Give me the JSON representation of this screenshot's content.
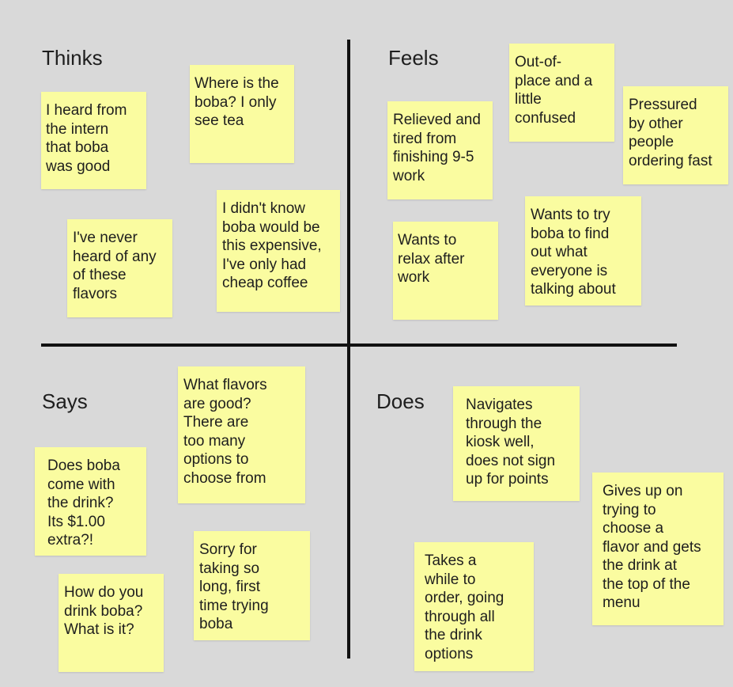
{
  "quadrants": {
    "thinks": {
      "label": "Thinks",
      "notes": [
        "I heard from\nthe intern\nthat boba\nwas good",
        "Where is the\nboba? I only\nsee tea",
        "I've never\nheard of any\nof these\nflavors",
        "I didn't know\nboba would be\nthis expensive,\nI've only had\ncheap coffee"
      ]
    },
    "feels": {
      "label": "Feels",
      "notes": [
        "Out-of-\nplace and a\nlittle\nconfused",
        "Pressured\nby other\npeople\nordering fast",
        "Relieved and\ntired from\nfinishing 9-5\nwork",
        "Wants to try\nboba to find\nout what\neveryone is\ntalking about",
        "Wants to\nrelax after\nwork"
      ]
    },
    "says": {
      "label": "Says",
      "notes": [
        "What flavors\nare good?\nThere are\ntoo many\noptions to\nchoose from",
        "Does boba\ncome with\nthe drink?\nIts $1.00\nextra?!",
        "Sorry for\ntaking so\nlong, first\ntime trying\nboba",
        "How do you\ndrink boba?\nWhat is it?"
      ]
    },
    "does": {
      "label": "Does",
      "notes": [
        "Navigates\nthrough the\nkiosk well,\ndoes not sign\nup for points",
        "Gives up on\ntrying to\nchoose a\nflavor and gets\nthe drink at\nthe top of the\nmenu",
        "Takes a\nwhile to\norder, going\nthrough all\nthe drink\noptions"
      ]
    }
  },
  "colors": {
    "background": "#d9d9d9",
    "sticky_note": "#fafca0",
    "axis_line": "#111111",
    "text": "#1e1e1e"
  }
}
